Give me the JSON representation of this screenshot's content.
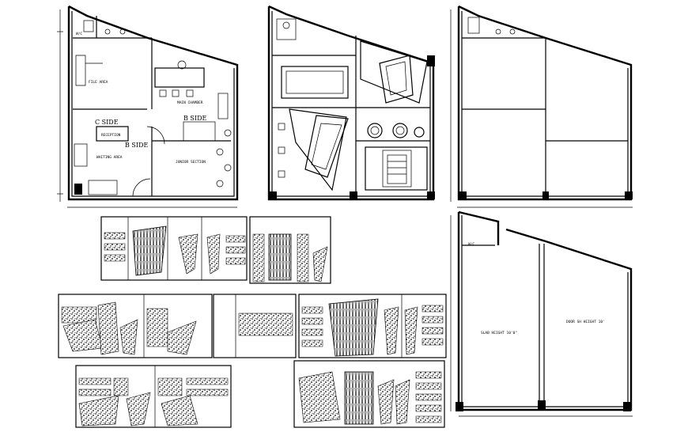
{
  "plan_labels": {
    "wc": "W/C",
    "file_area": "FILE AREA",
    "main_chamber": "MAIN CHAMBER",
    "c_side": "C SIDE",
    "b_side_right": "B SIDE",
    "b_side_left": "B SIDE",
    "reception": "RECEPTION",
    "waiting_area": "WAITING AREA",
    "junior_section": "JUNIOR SECTION"
  },
  "wall_plan_labels": {
    "slab_height": "SLAB HEIGHT 10'0\"",
    "door_height": "DOOR SH HEIGHT 10'"
  }
}
